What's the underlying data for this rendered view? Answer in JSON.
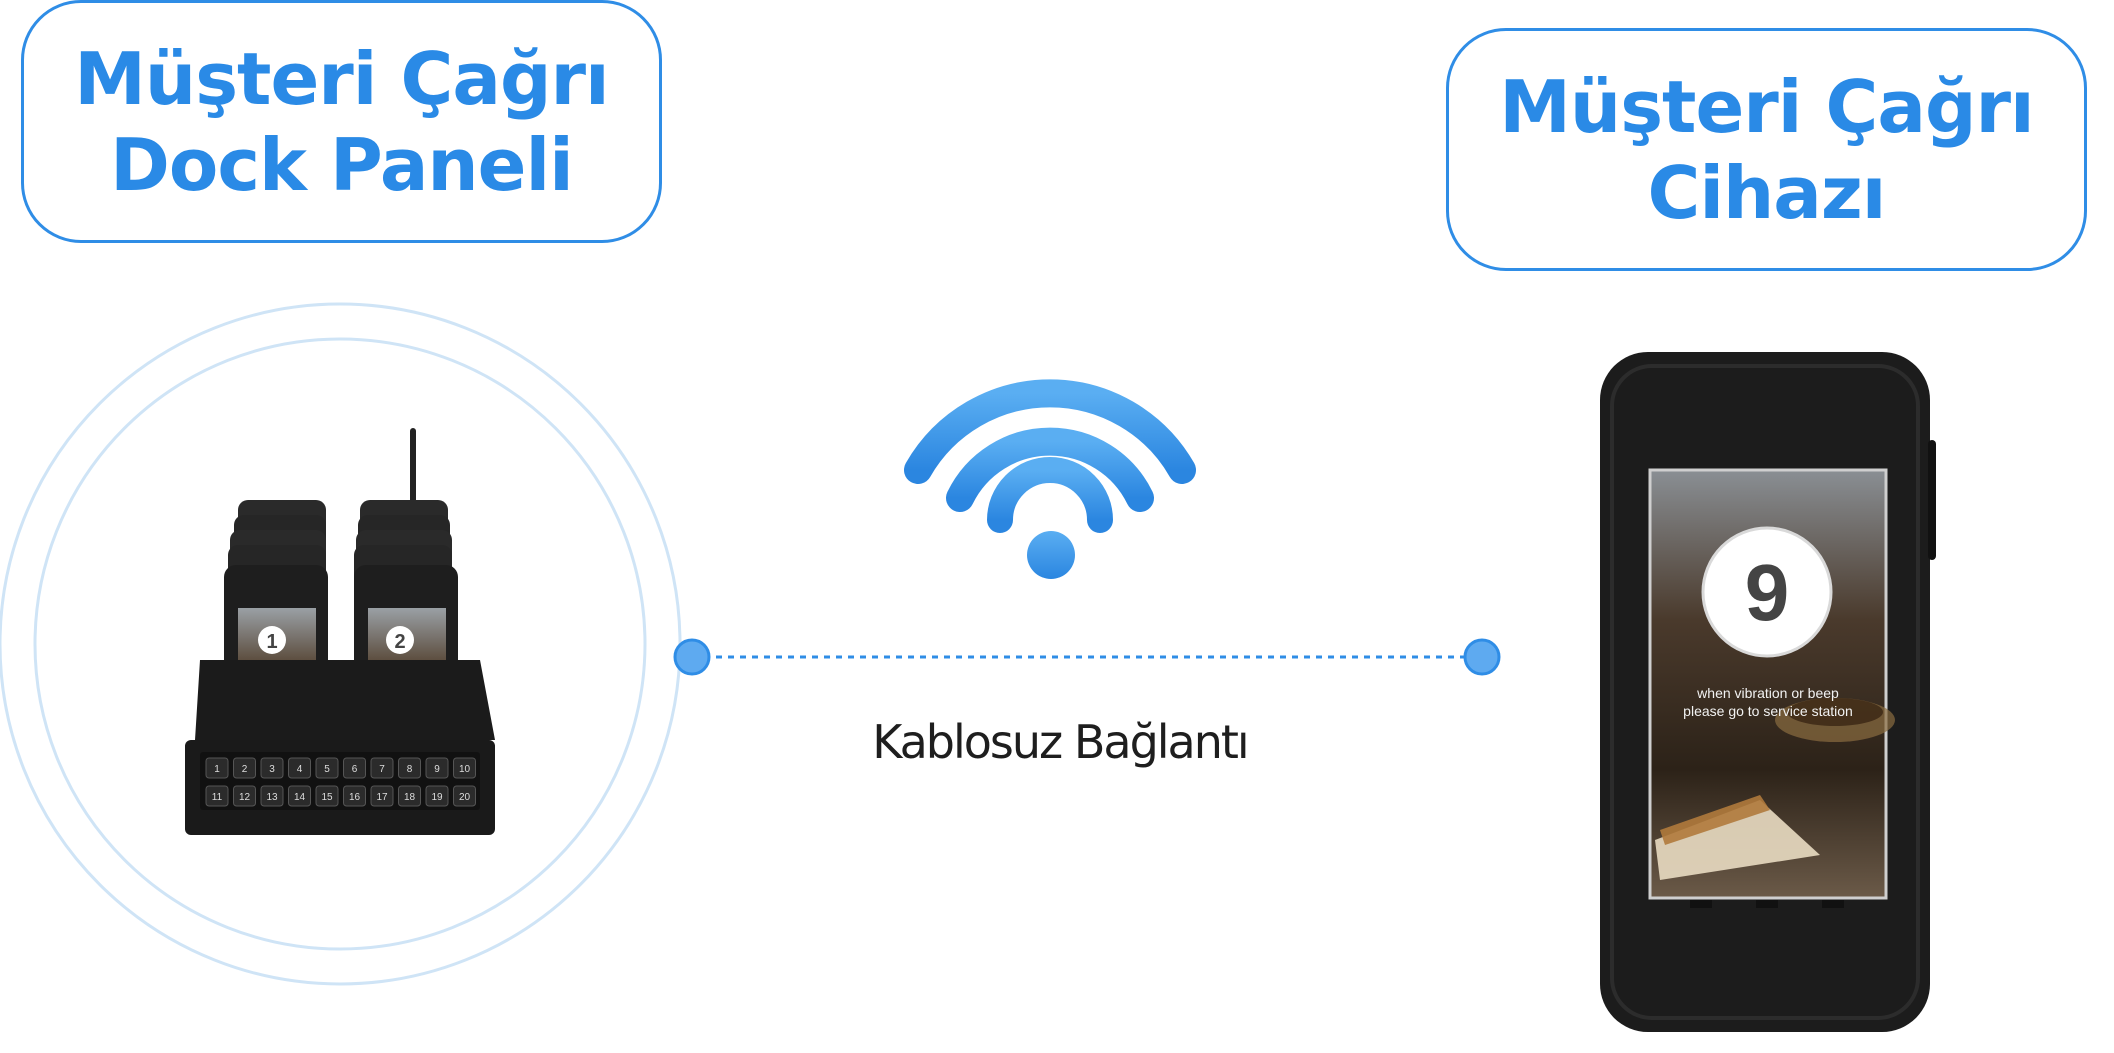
{
  "left_label": {
    "line1": "Müşteri Çağrı",
    "line2": "Dock Paneli"
  },
  "right_label": {
    "line1": "Müşteri Çağrı",
    "line2": "Cihazı"
  },
  "connection_caption": "Kablosuz Bağlantı",
  "dock_panel": {
    "pager_numbers": [
      "1",
      "2"
    ],
    "keypad_keys": [
      "1",
      "2",
      "3",
      "4",
      "5",
      "6",
      "7",
      "8",
      "9",
      "10",
      "11",
      "12",
      "13",
      "14",
      "15",
      "16",
      "17",
      "18",
      "19",
      "20"
    ]
  },
  "pager_device": {
    "number": "9",
    "message_line1": "when vibration or beep",
    "message_line2": "please go to service station"
  },
  "icons": [
    "wifi-icon"
  ],
  "colors": {
    "accent": "#2f8de6",
    "wifi": "#3a96e8",
    "device_body": "#1c1c1c"
  }
}
